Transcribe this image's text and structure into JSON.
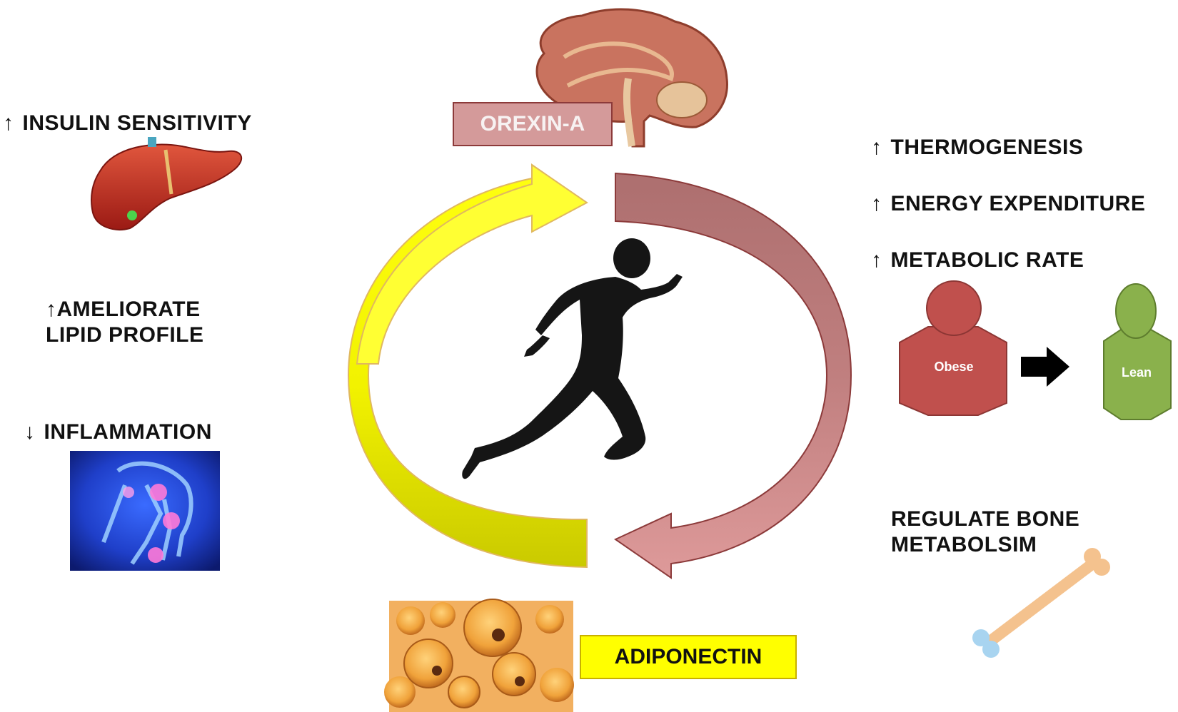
{
  "hormones": {
    "orexin": "OREXIN-A",
    "adiponectin": "ADIPONECTIN"
  },
  "left_effects": {
    "insulin": {
      "arrow": "↑",
      "text": "INSULIN SENSITIVITY"
    },
    "lipid": {
      "arrow": "↑",
      "line1": "AMELIORATE",
      "line2": "LIPID PROFILE"
    },
    "inflammation": {
      "arrow": "↓",
      "text": "INFLAMMATION"
    }
  },
  "right_effects": {
    "thermo": {
      "arrow": "↑",
      "text": "THERMOGENESIS"
    },
    "energy": {
      "arrow": "↑",
      "text": "ENERGY EXPENDITURE"
    },
    "metabolic": {
      "arrow": "↑",
      "text": "METABOLIC RATE"
    },
    "bone": {
      "line1": "REGULATE BONE",
      "line2": "METABOLSIM"
    }
  },
  "body_types": {
    "obese": "Obese",
    "lean": "Lean"
  },
  "colors": {
    "yellow_arrow": "#f4f300",
    "yellow_dark": "#c8c800",
    "red_arrow": "#b07272",
    "red_light": "#dc9696",
    "orexin_box": "#d49a9a",
    "adiponectin_box": "#ffff00",
    "obese": "#c0504d",
    "lean": "#8ab14c"
  },
  "icons": [
    "brain-icon",
    "liver-icon",
    "inflamed-joints-icon",
    "runner-icon",
    "fat-cells-icon",
    "bone-icon",
    "obese-person-icon",
    "lean-person-icon",
    "transition-arrow-icon"
  ]
}
